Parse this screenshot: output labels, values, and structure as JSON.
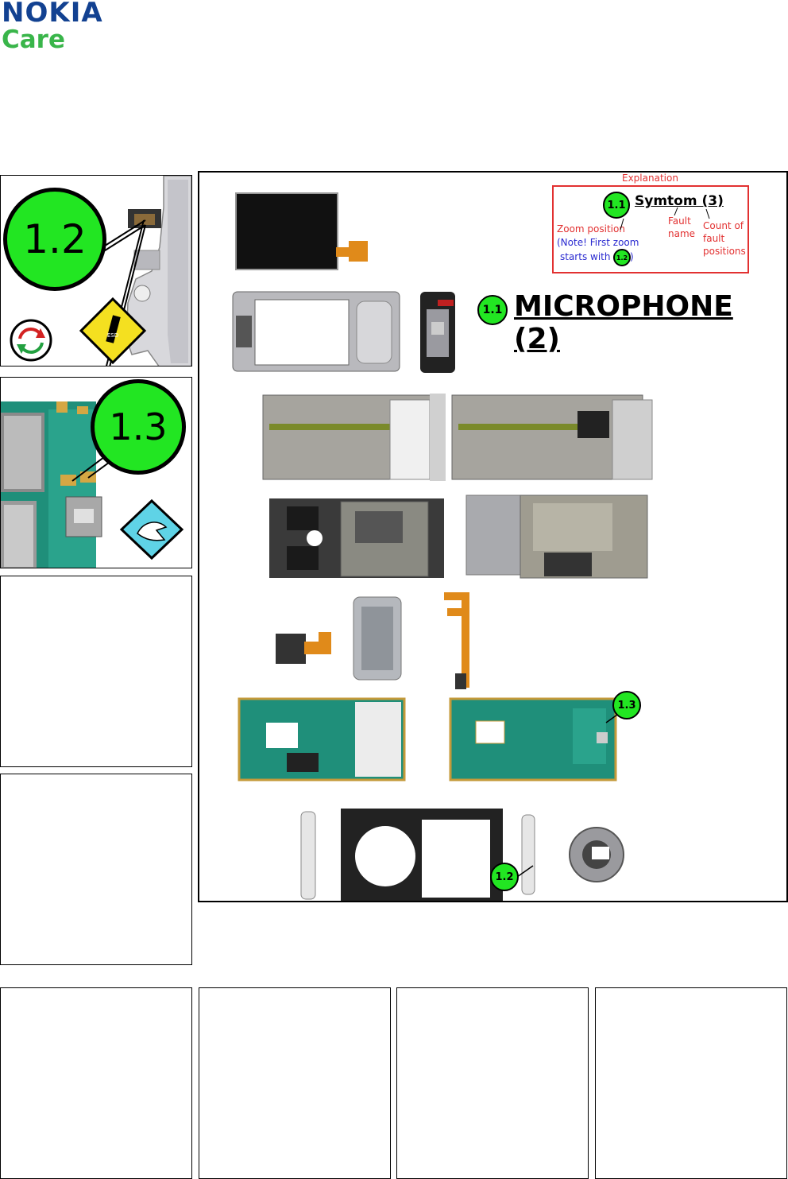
{
  "brand": {
    "name": "NOKIA",
    "sub": "Care"
  },
  "left_panels": {
    "zoom_1_2": {
      "badge": "1.2",
      "esd_label": "ESD"
    },
    "zoom_1_3": {
      "badge": "1.3"
    }
  },
  "legend": {
    "title": "Explanation",
    "badge": "1.1",
    "symptom_text": "Symtom (3)",
    "fault_name": [
      "Fault",
      "name"
    ],
    "count_label": [
      "Count of",
      "fault",
      "positions"
    ],
    "zoom_position": "Zoom position",
    "note_line1": "(Note! First zoom",
    "note_line2": "starts with",
    "note_badge": "1.2",
    "note_close": ")"
  },
  "symptom": {
    "badge": "1.1",
    "title": "MICROPHONE (2)"
  },
  "callouts": [
    {
      "id": "1.3"
    },
    {
      "id": "1.2"
    }
  ],
  "colors": {
    "nokia_blue": "#124191",
    "care_green": "#39b54a",
    "badge_green": "#22e622",
    "legend_red": "#e23131",
    "note_blue": "#2a2ad0"
  }
}
